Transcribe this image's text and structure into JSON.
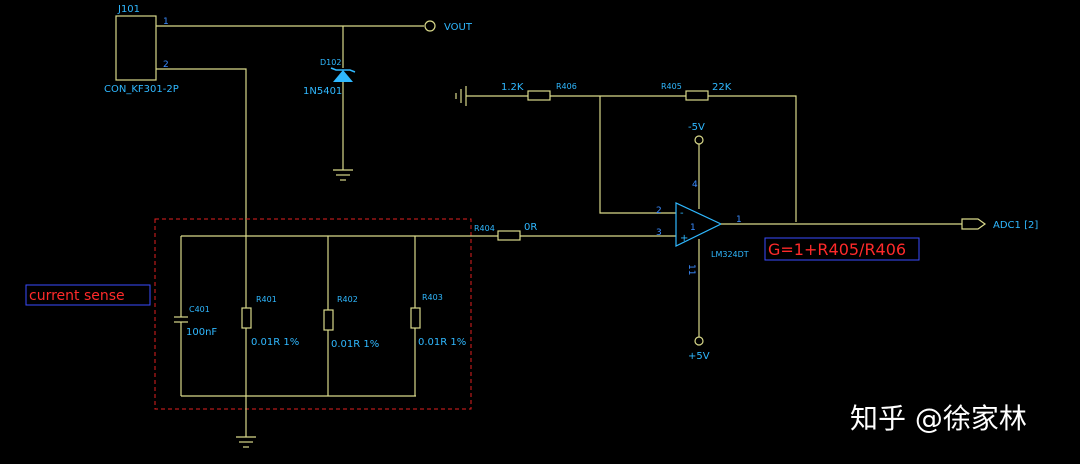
{
  "connector": {
    "ref": "J101",
    "part": "CON_KF301-2P",
    "pin1": "1",
    "pin2": "2"
  },
  "vout_label": "VOUT",
  "diode": {
    "ref": "D102",
    "part": "1N5401"
  },
  "r406": {
    "ref": "R406",
    "value": "1.2K"
  },
  "r405": {
    "ref": "R405",
    "value": "22K"
  },
  "r404": {
    "ref": "R404",
    "value": "0R"
  },
  "r401": {
    "ref": "R401",
    "value": "0.01R  1%"
  },
  "r402": {
    "ref": "R402",
    "value": "0.01R  1%"
  },
  "r403": {
    "ref": "R403",
    "value": "0.01R  1%"
  },
  "c401": {
    "ref": "C401",
    "value": "100nF"
  },
  "opamp": {
    "part": "LM324DT",
    "pin_out": "1",
    "pin_inv": "2",
    "pin_noninv": "3",
    "pin_vneg": "4",
    "pin_vpos": "11",
    "unit": "1",
    "minus_sign": "-",
    "plus_sign": "+"
  },
  "supply": {
    "neg": "-5V",
    "pos": "+5V"
  },
  "adc_label": "ADC1  [2]",
  "gain_formula": "G=1+R405/R406",
  "current_sense": "current sense",
  "watermark": "知乎 @徐家林",
  "colors": {
    "wire": "#d9d98a",
    "label": "#2fb8ff",
    "annotation": "#ff2a2a",
    "background": "#000000"
  }
}
